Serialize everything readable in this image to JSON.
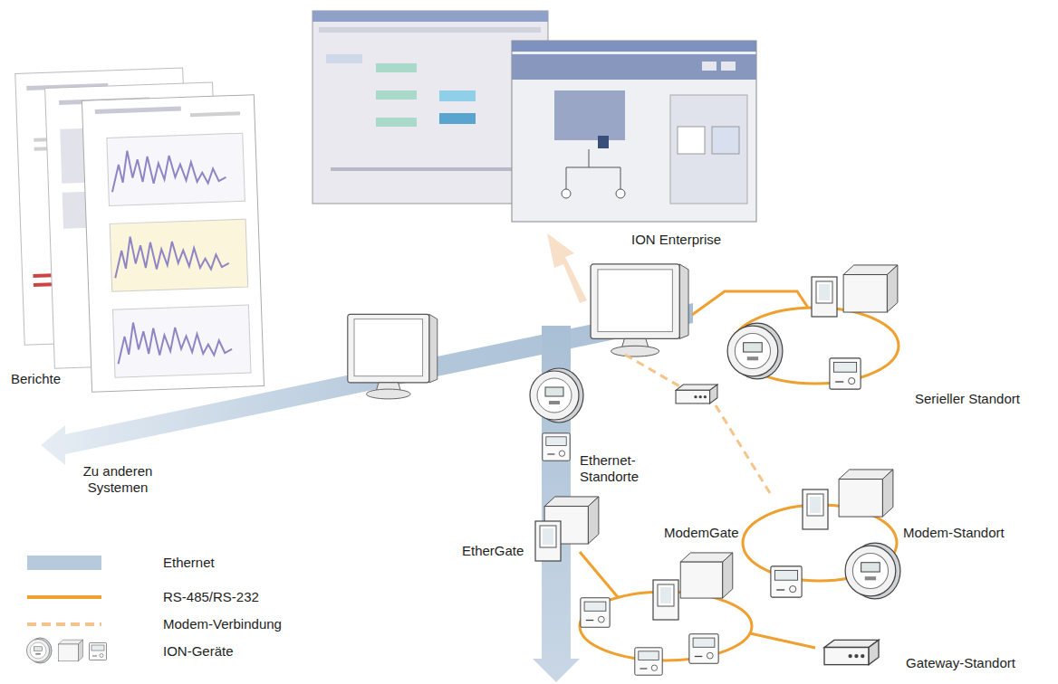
{
  "diagram": {
    "labels": [
      "Berichte",
      "ION Enterprise",
      "Zu anderen Systemen",
      "Ethernet-Standorte",
      "EtherGate",
      "ModemGate",
      "Modem-Standort",
      "Serieller Standort",
      "Gateway-Standort"
    ],
    "legend": [
      {
        "text": "Ethernet",
        "color": "#b7cadc"
      },
      {
        "text": "RS-485/RS-232"
      },
      {
        "text": "Modem-Verbindung"
      },
      {
        "text": "ION-Geräte"
      }
    ]
  }
}
